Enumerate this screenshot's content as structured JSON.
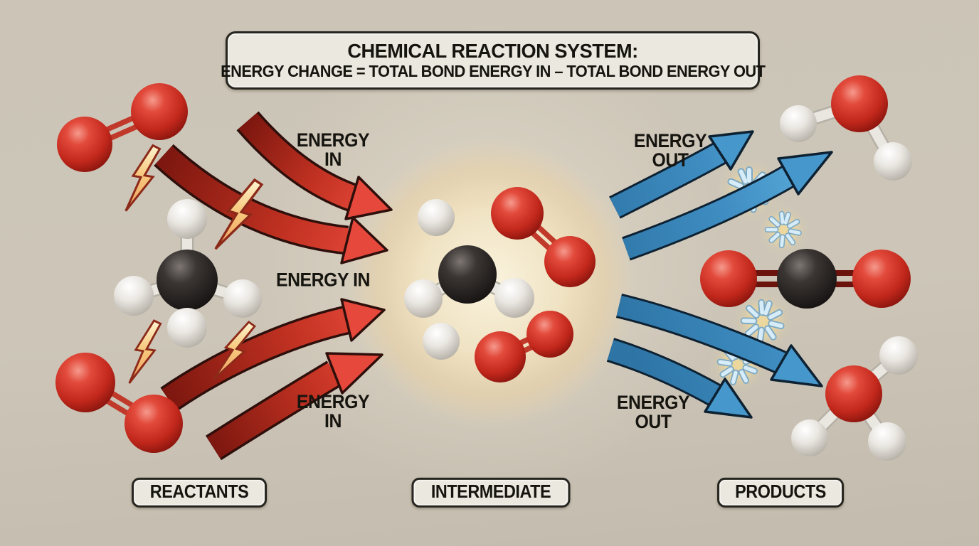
{
  "title": {
    "line1": "CHEMICAL REACTION SYSTEM:",
    "line2": "ENERGY CHANGE = TOTAL BOND ENERGY IN – TOTAL BOND ENERGY OUT"
  },
  "energy_labels": {
    "in_top": "ENERGY\nIN",
    "in_middle": "ENERGY IN",
    "in_bottom": "ENERGY\nIN",
    "out_top": "ENERGY\nOUT",
    "out_bottom": "ENERGY\nOUT"
  },
  "stages": {
    "reactants": "REACTANTS",
    "intermediate": "INTERMEDIATE",
    "products": "PRODUCTS"
  },
  "icons": {
    "lightning_bolt": "zigzag-bolt-shape",
    "energy_burst": "radiating-rays-shape",
    "red_arrow": "curved-arrow-right",
    "blue_arrow": "curved-arrow-right"
  },
  "colors": {
    "background": "#ccc5b7",
    "panel_bg": "#ebe8df",
    "panel_border": "#26251f",
    "text": "#16140f",
    "red_arrow": "#df3d2f",
    "red_arrow_dark": "#7c170f",
    "blue_arrow": "#4697cb",
    "blue_arrow_dark": "#0d2132",
    "oxygen_red": "#d03527",
    "carbon_black": "#2b2624",
    "hydrogen_white": "#e9e6e1",
    "bolt_fill": "#f8cf8e",
    "bolt_outline": "#8c2a1a",
    "sparkle_blue": "#d6ecf8",
    "glow": "#f7ecd2"
  }
}
